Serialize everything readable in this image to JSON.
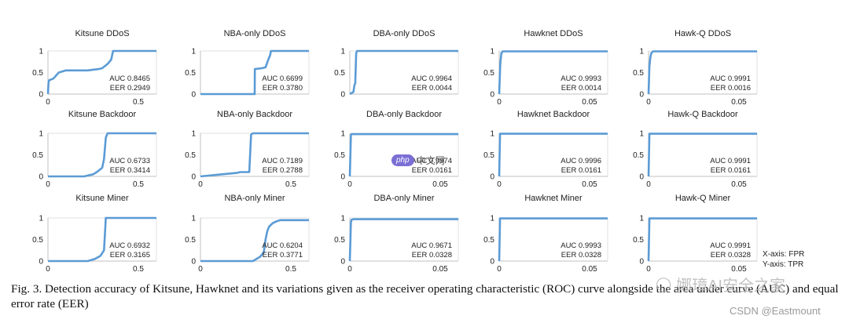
{
  "chart_data": [
    {
      "type": "line",
      "title": "Kitsune DDoS",
      "auc": "AUC 0.8465",
      "eer": "EER 0.2949",
      "xlim": [
        0,
        0.6
      ],
      "xticks": [
        "0",
        "0.5"
      ],
      "xtickvals": [
        0,
        0.5
      ],
      "ylim": [
        0,
        1
      ],
      "yticks": [
        "0",
        "0.5",
        "1"
      ],
      "x": [
        0,
        0.003,
        0.006,
        0.03,
        0.06,
        0.1,
        0.22,
        0.28,
        0.3,
        0.33,
        0.35,
        0.36,
        0.65
      ],
      "y": [
        0,
        0.26,
        0.32,
        0.36,
        0.5,
        0.55,
        0.55,
        0.58,
        0.6,
        0.7,
        0.8,
        1,
        1
      ]
    },
    {
      "type": "line",
      "title": "NBA-only DDoS",
      "auc": "AUC 0.6699",
      "eer": "EER 0.3780",
      "xlim": [
        0,
        0.6
      ],
      "xticks": [],
      "xtickvals": [],
      "ylim": [
        0,
        1
      ],
      "yticks": [
        "0",
        "0.5",
        "1"
      ],
      "x": [
        0,
        0.3,
        0.301,
        0.34,
        0.36,
        0.375,
        0.385,
        0.39,
        0.62
      ],
      "y": [
        0,
        0,
        0.58,
        0.6,
        0.62,
        0.8,
        0.9,
        1,
        1
      ]
    },
    {
      "type": "line",
      "title": "DBA-only DDoS",
      "auc": "AUC 0.9964",
      "eer": "EER 0.0044",
      "xlim": [
        0,
        0.06
      ],
      "xticks": [],
      "xtickvals": [],
      "ylim": [
        0,
        1
      ],
      "yticks": [
        "0",
        "0.5",
        "1"
      ],
      "x": [
        0,
        0.002,
        0.0025,
        0.003,
        0.0035,
        0.004,
        0.062
      ],
      "y": [
        0,
        0.05,
        0.2,
        0.25,
        0.95,
        1,
        1
      ]
    },
    {
      "type": "line",
      "title": "Hawknet DDoS",
      "auc": "AUC 0.9993",
      "eer": "EER 0.0014",
      "xlim": [
        0,
        0.06
      ],
      "xticks": [
        "0",
        "0.05"
      ],
      "xtickvals": [
        0,
        0.05
      ],
      "ylim": [
        0,
        1
      ],
      "yticks": [
        "0",
        "0.5",
        "1"
      ],
      "x": [
        0,
        0.0006,
        0.0012,
        0.002,
        0.062
      ],
      "y": [
        0,
        0.7,
        0.95,
        0.99,
        0.99
      ]
    },
    {
      "type": "line",
      "title": "Hawk-Q DDoS",
      "auc": "AUC 0.9991",
      "eer": "EER 0.0016",
      "xlim": [
        0,
        0.06
      ],
      "xticks": [
        "0",
        "0.05"
      ],
      "xtickvals": [
        0,
        0.05
      ],
      "ylim": [
        0,
        1
      ],
      "yticks": [
        "0",
        "0.5",
        "1"
      ],
      "x": [
        0,
        0.0005,
        0.001,
        0.0015,
        0.0025,
        0.062
      ],
      "y": [
        0,
        0.65,
        0.85,
        0.95,
        0.99,
        0.99
      ]
    },
    {
      "type": "line",
      "title": "Kitsune Backdoor",
      "auc": "AUC 0.6733",
      "eer": "EER 0.3414",
      "xlim": [
        0,
        0.6
      ],
      "xticks": [
        "0",
        "0.5"
      ],
      "xtickvals": [
        0,
        0.5
      ],
      "ylim": [
        0,
        1
      ],
      "yticks": [
        "0",
        "0.5",
        "1"
      ],
      "x": [
        0,
        0.2,
        0.25,
        0.27,
        0.3,
        0.31,
        0.32,
        0.33,
        0.65
      ],
      "y": [
        0,
        0,
        0.05,
        0.1,
        0.2,
        0.4,
        0.9,
        1,
        1
      ]
    },
    {
      "type": "line",
      "title": "NBA-only Backdoor",
      "auc": "AUC 0.7189",
      "eer": "EER 0.2788",
      "xlim": [
        0,
        0.6
      ],
      "xticks": [
        "0",
        "0.5"
      ],
      "xtickvals": [
        0,
        0.5
      ],
      "ylim": [
        0,
        1
      ],
      "yticks": [
        "0",
        "0.5",
        "1"
      ],
      "x": [
        0,
        0.12,
        0.2,
        0.22,
        0.27,
        0.28,
        0.29,
        0.64
      ],
      "y": [
        0,
        0.05,
        0.08,
        0.1,
        0.1,
        0.97,
        1,
        1
      ]
    },
    {
      "type": "line",
      "title": "DBA-only Backdoor",
      "auc": "AUC 0.9974",
      "eer": "EER 0.0161",
      "xlim": [
        0,
        0.06
      ],
      "xticks": [
        "0",
        "0.05"
      ],
      "xtickvals": [
        0,
        0.05
      ],
      "ylim": [
        0,
        1
      ],
      "yticks": [
        "0",
        "0.5",
        "1"
      ],
      "x": [
        0,
        0.0006,
        0.001,
        0.062
      ],
      "y": [
        0,
        0.96,
        0.98,
        0.98
      ]
    },
    {
      "type": "line",
      "title": "Hawknet Backdoor",
      "auc": "AUC 0.9996",
      "eer": "EER 0.0161",
      "xlim": [
        0,
        0.06
      ],
      "xticks": [
        "0",
        "0.05"
      ],
      "xtickvals": [
        0,
        0.05
      ],
      "ylim": [
        0,
        1
      ],
      "yticks": [
        "0",
        "0.5",
        "1"
      ],
      "x": [
        0,
        0.0005,
        0.062
      ],
      "y": [
        0,
        0.99,
        0.99
      ]
    },
    {
      "type": "line",
      "title": "Hawk-Q Backdoor",
      "auc": "AUC 0.9991",
      "eer": "EER 0.0161",
      "xlim": [
        0,
        0.06
      ],
      "xticks": [
        "0",
        "0.05"
      ],
      "xtickvals": [
        0,
        0.05
      ],
      "ylim": [
        0,
        1
      ],
      "yticks": [
        "0",
        "0.5",
        "1"
      ],
      "x": [
        0,
        0.0005,
        0.062
      ],
      "y": [
        0,
        0.99,
        0.99
      ]
    },
    {
      "type": "line",
      "title": "Kitsune Miner",
      "auc": "AUC 0.6932",
      "eer": "EER 0.3165",
      "xlim": [
        0,
        0.6
      ],
      "xticks": [
        "0",
        "0.5"
      ],
      "xtickvals": [
        0,
        0.5
      ],
      "ylim": [
        0,
        1
      ],
      "yticks": [
        "0",
        "0.5",
        "1"
      ],
      "x": [
        0,
        0.22,
        0.26,
        0.29,
        0.31,
        0.315,
        0.32,
        0.64
      ],
      "y": [
        0,
        0,
        0.05,
        0.12,
        0.25,
        0.6,
        1,
        1
      ]
    },
    {
      "type": "line",
      "title": "NBA-only Miner",
      "auc": "AUC 0.6204",
      "eer": "EER 0.3771",
      "xlim": [
        0,
        0.6
      ],
      "xticks": [
        "0",
        "0.5"
      ],
      "xtickvals": [
        0,
        0.5
      ],
      "ylim": [
        0,
        1
      ],
      "yticks": [
        "0",
        "0.5",
        "1"
      ],
      "x": [
        0,
        0.29,
        0.33,
        0.35,
        0.36,
        0.37,
        0.38,
        0.4,
        0.42,
        0.44,
        0.63
      ],
      "y": [
        0,
        0,
        0.1,
        0.2,
        0.5,
        0.7,
        0.8,
        0.88,
        0.92,
        0.95,
        0.95
      ]
    },
    {
      "type": "line",
      "title": "DBA-only Miner",
      "auc": "AUC 0.9671",
      "eer": "EER 0.0328",
      "xlim": [
        0,
        0.06
      ],
      "xticks": [
        "0",
        "0.05"
      ],
      "xtickvals": [
        0,
        0.05
      ],
      "ylim": [
        0,
        1
      ],
      "yticks": [
        "0",
        "0.5",
        "1"
      ],
      "x": [
        0,
        0.0006,
        0.001,
        0.002,
        0.062
      ],
      "y": [
        0,
        0.9,
        0.96,
        0.97,
        0.97
      ]
    },
    {
      "type": "line",
      "title": "Hawknet Miner",
      "auc": "AUC 0.9993",
      "eer": "EER 0.0328",
      "xlim": [
        0,
        0.06
      ],
      "xticks": [
        "0",
        "0.05"
      ],
      "xtickvals": [
        0,
        0.05
      ],
      "ylim": [
        0,
        1
      ],
      "yticks": [
        "0",
        "0.5",
        "1"
      ],
      "x": [
        0,
        0.0005,
        0.062
      ],
      "y": [
        0,
        0.99,
        0.99
      ]
    },
    {
      "type": "line",
      "title": "Hawk-Q Miner",
      "auc": "AUC 0.9991",
      "eer": "EER 0.0328",
      "xlim": [
        0,
        0.06
      ],
      "xticks": [
        "0",
        "0.05"
      ],
      "xtickvals": [
        0,
        0.05
      ],
      "ylim": [
        0,
        1
      ],
      "yticks": [
        "0",
        "0.5",
        "1"
      ],
      "x": [
        0,
        0.0005,
        0.062
      ],
      "y": [
        0,
        0.99,
        0.99
      ]
    }
  ],
  "line_color": "#5b9bd5",
  "axis_note": {
    "x": "X-axis: FPR",
    "y": "Y-axis: TPR"
  },
  "caption": "Fig. 3.  Detection accuracy of Kitsune, Hawknet and its variations given as the receiver operating characteristic (ROC) curve alongside the area under curve (AUC) and equal error rate (EER)",
  "watermarks": {
    "center_badge": "php",
    "center_text": "中文网",
    "wechat": "娜璋AI安全之家",
    "csdn": "CSDN @Eastmount"
  }
}
